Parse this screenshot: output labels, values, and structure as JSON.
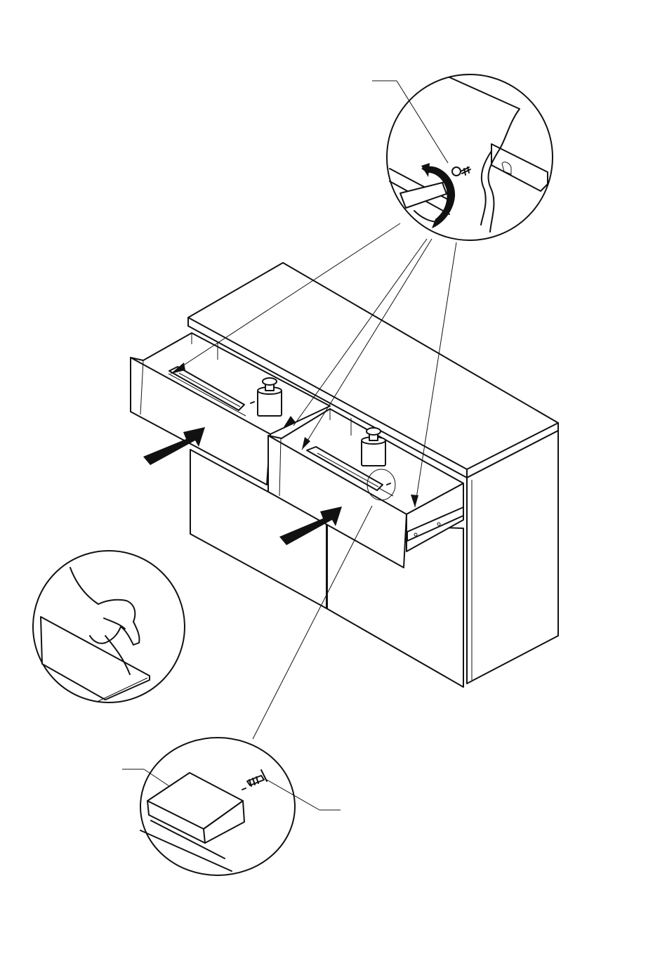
{
  "figure": {
    "kind": "assembly-instruction",
    "colors": {
      "line": "#111111",
      "background": "#ffffff",
      "arrow": "#111111"
    },
    "parts": [
      {
        "name": "sideboard-cabinet"
      },
      {
        "name": "left-drawer"
      },
      {
        "name": "right-drawer"
      },
      {
        "name": "drawer-handle"
      },
      {
        "name": "screw"
      },
      {
        "name": "drawer-slide-rail"
      },
      {
        "name": "weight-icon"
      },
      {
        "name": "push-arrow"
      },
      {
        "name": "rotate-arrow"
      },
      {
        "name": "screwdriver"
      },
      {
        "name": "hand-peeling-film"
      }
    ],
    "callouts": [
      {
        "name": "screw-into-rail-detail"
      },
      {
        "name": "peel-protective-film-detail"
      },
      {
        "name": "handle-screw-detail"
      }
    ]
  }
}
